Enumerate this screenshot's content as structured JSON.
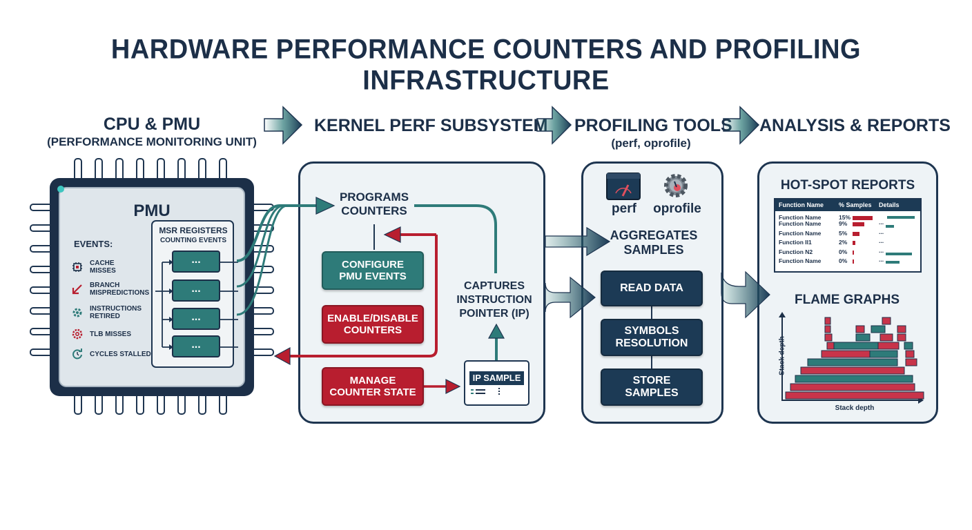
{
  "title": "HARDWARE PERFORMANCE COUNTERS AND PROFILING INFRASTRUCTURE",
  "sections": {
    "cpu": {
      "title": "CPU & PMU",
      "subtitle": "(PERFORMANCE MONITORING UNIT)"
    },
    "kernel": {
      "title": "KERNEL PERF SUBSYSTEM"
    },
    "tools": {
      "title": "PROFILING TOOLS",
      "subtitle": "(perf, oprofile)"
    },
    "analysis": {
      "title": "ANALYSIS & REPORTS"
    }
  },
  "pmu": {
    "label": "PMU",
    "events_label": "EVENTS:",
    "events": [
      {
        "icon": "chip-icon",
        "line1": "CACHE",
        "line2": "MISSES"
      },
      {
        "icon": "branch-arrow-icon",
        "line1": "BRANCH",
        "line2": "MISPREDICTIONS"
      },
      {
        "icon": "cog-icon",
        "line1": "INSTRUCTIONS",
        "line2": "RETIRED"
      },
      {
        "icon": "gear-icon",
        "line1": "TLB MISSES",
        "line2": ""
      },
      {
        "icon": "cycle-icon",
        "line1": "CYCLES STALLED",
        "line2": ""
      }
    ],
    "msr_title_1": "MSR REGISTERS",
    "msr_title_2": "COUNTING EVENTS",
    "registers": [
      "...",
      "...",
      "...",
      "..."
    ]
  },
  "kernel": {
    "programs_1": "PROGRAMS",
    "programs_2": "COUNTERS",
    "configure_1": "CONFIGURE",
    "configure_2": "PMU EVENTS",
    "enable_1": "ENABLE/DISABLE",
    "enable_2": "COUNTERS",
    "manage_1": "MANAGE",
    "manage_2": "COUNTER STATE",
    "captures_1": "CAPTURES",
    "captures_2": "INSTRUCTION",
    "captures_3": "POINTER (IP)",
    "ip_sample": "IP SAMPLE"
  },
  "tools": {
    "perf": "perf",
    "oprofile": "oprofile",
    "aggregates_1": "AGGREGATES",
    "aggregates_2": "SAMPLES",
    "read_data": "READ DATA",
    "symbols_1": "SYMBOLS",
    "symbols_2": "RESOLUTION",
    "store_1": "STORE",
    "store_2": "SAMPLES"
  },
  "analysis": {
    "hotspot_title": "HOT-SPOT REPORTS",
    "table_headers": [
      "Function Name",
      "% Samples",
      "Details"
    ],
    "rows": [
      {
        "name": "Function Name",
        "pct": "15%",
        "details": ""
      },
      {
        "name": "Function Name",
        "pct": "9%",
        "details": "..."
      },
      {
        "name": "Function Name",
        "pct": "5%",
        "details": "..."
      },
      {
        "name": "Function II1",
        "pct": "2%",
        "details": "..."
      },
      {
        "name": "Function N2",
        "pct": "0%",
        "details": "..."
      },
      {
        "name": "Function Name",
        "pct": "0%",
        "details": "..."
      }
    ],
    "flame_title": "FLAME GRAPHS",
    "flame_ylabel": "Stack depth",
    "flame_xlabel": "Stack depth"
  },
  "colors": {
    "navy": "#1c3a55",
    "teal": "#2e7b79",
    "red": "#b81e2f",
    "outline": "#1e3550"
  }
}
